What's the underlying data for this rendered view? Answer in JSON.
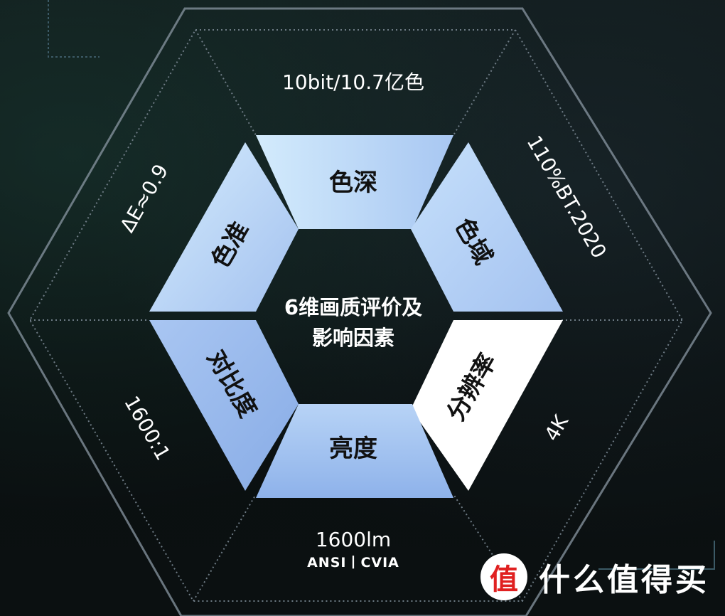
{
  "center": {
    "line1": "6维画质评价及",
    "line2": "影响因素"
  },
  "segments": [
    {
      "label": "色深",
      "value": "10bit/10.7亿色"
    },
    {
      "label": "色域",
      "value": "110%BT.2020"
    },
    {
      "label": "分辨率",
      "value": "4K"
    },
    {
      "label": "亮度",
      "value": "1600lm",
      "sub": "ANSI丨CVIA"
    },
    {
      "label": "对比度",
      "value": "1600:1"
    },
    {
      "label": "色准",
      "value": "ΔE≈0.9"
    }
  ],
  "watermark": {
    "badge": "值",
    "text": "什么值得买"
  },
  "colors": {
    "segment_light": "#cde6fb",
    "segment_dark": "#8fb4ea",
    "segment_highlight": "#ffffff",
    "background": "#0c1414"
  }
}
